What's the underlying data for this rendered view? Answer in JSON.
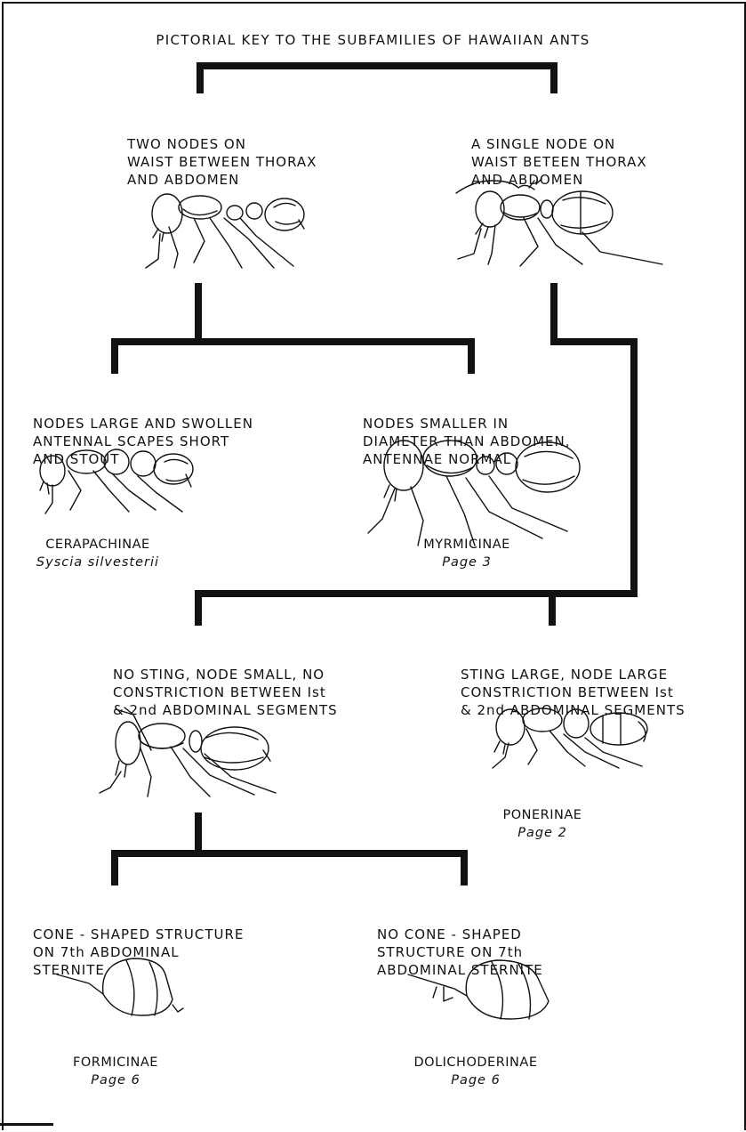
{
  "title": "PICTORIAL KEY TO THE SUBFAMILIES OF HAWAIIAN ANTS",
  "couplets": {
    "two_nodes": [
      "TWO NODES ON",
      "WAIST BETWEEN THORAX",
      "AND ABDOMEN"
    ],
    "single_node": [
      "A SINGLE NODE ON",
      "WAIST BETEEN THORAX",
      "AND ABDOMEN"
    ],
    "nodes_large": [
      "NODES LARGE AND SWOLLEN",
      "ANTENNAL SCAPES SHORT",
      "AND STOUT"
    ],
    "nodes_smaller": [
      "NODES SMALLER IN",
      "DIAMETER THAN ABDOMEN,",
      "ANTENNAE NORMAL"
    ],
    "no_sting": [
      "NO STING, NODE SMALL, NO",
      "CONSTRICTION BETWEEN Ist",
      "& 2nd ABDOMINAL SEGMENTS"
    ],
    "sting_large": [
      "STING LARGE, NODE LARGE",
      "CONSTRICTION BETWEEN Ist",
      "& 2nd ABDOMINAL SEGMENTS"
    ],
    "cone_shaped": [
      "CONE - SHAPED STRUCTURE",
      "ON 7th ABDOMINAL",
      "STERNITE"
    ],
    "no_cone": [
      "NO CONE - SHAPED",
      "STRUCTURE ON 7th",
      "ABDOMINAL STERNITE"
    ]
  },
  "taxa": {
    "cerapachinae": {
      "name": "CERAPACHINAE",
      "species": "Syscia silvesterii"
    },
    "myrmicinae": {
      "name": "MYRMICINAE",
      "page": "Page 3"
    },
    "ponerinae": {
      "name": "PONERINAE",
      "page": "Page 2"
    },
    "formicinae": {
      "name": "FORMICINAE",
      "page": "Page 6"
    },
    "dolichoderinae": {
      "name": "DOLICHODERINAE",
      "page": "Page 6"
    }
  },
  "illustrations": [
    "ant-two-nodes",
    "ant-single-node",
    "ant-cerapachinae",
    "ant-myrmicinae",
    "ant-formicinae-dolichoderinae",
    "ant-ponerinae",
    "gaster-formicinae",
    "gaster-dolichoderinae"
  ]
}
